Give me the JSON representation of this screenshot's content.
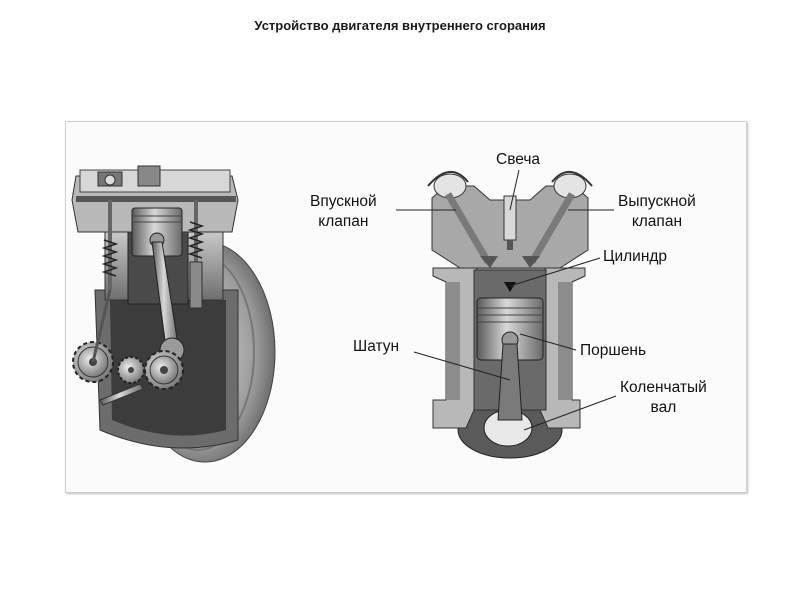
{
  "title": "Устройство двигателя внутреннего сгорания",
  "labels": {
    "spark_plug": "Свеча",
    "intake_valve_1": "Впускной",
    "intake_valve_2": "клапан",
    "exhaust_valve_1": "Выпускной",
    "exhaust_valve_2": "клапан",
    "cylinder": "Цилиндр",
    "connecting_rod": "Шатун",
    "piston": "Поршень",
    "crankshaft_1": "Коленчатый",
    "crankshaft_2": "вал"
  },
  "colors": {
    "metal_dark": "#4a4a4a",
    "metal_mid": "#8a8a8a",
    "metal_light": "#c8c8c8",
    "frame_border": "#cfcfcf"
  }
}
